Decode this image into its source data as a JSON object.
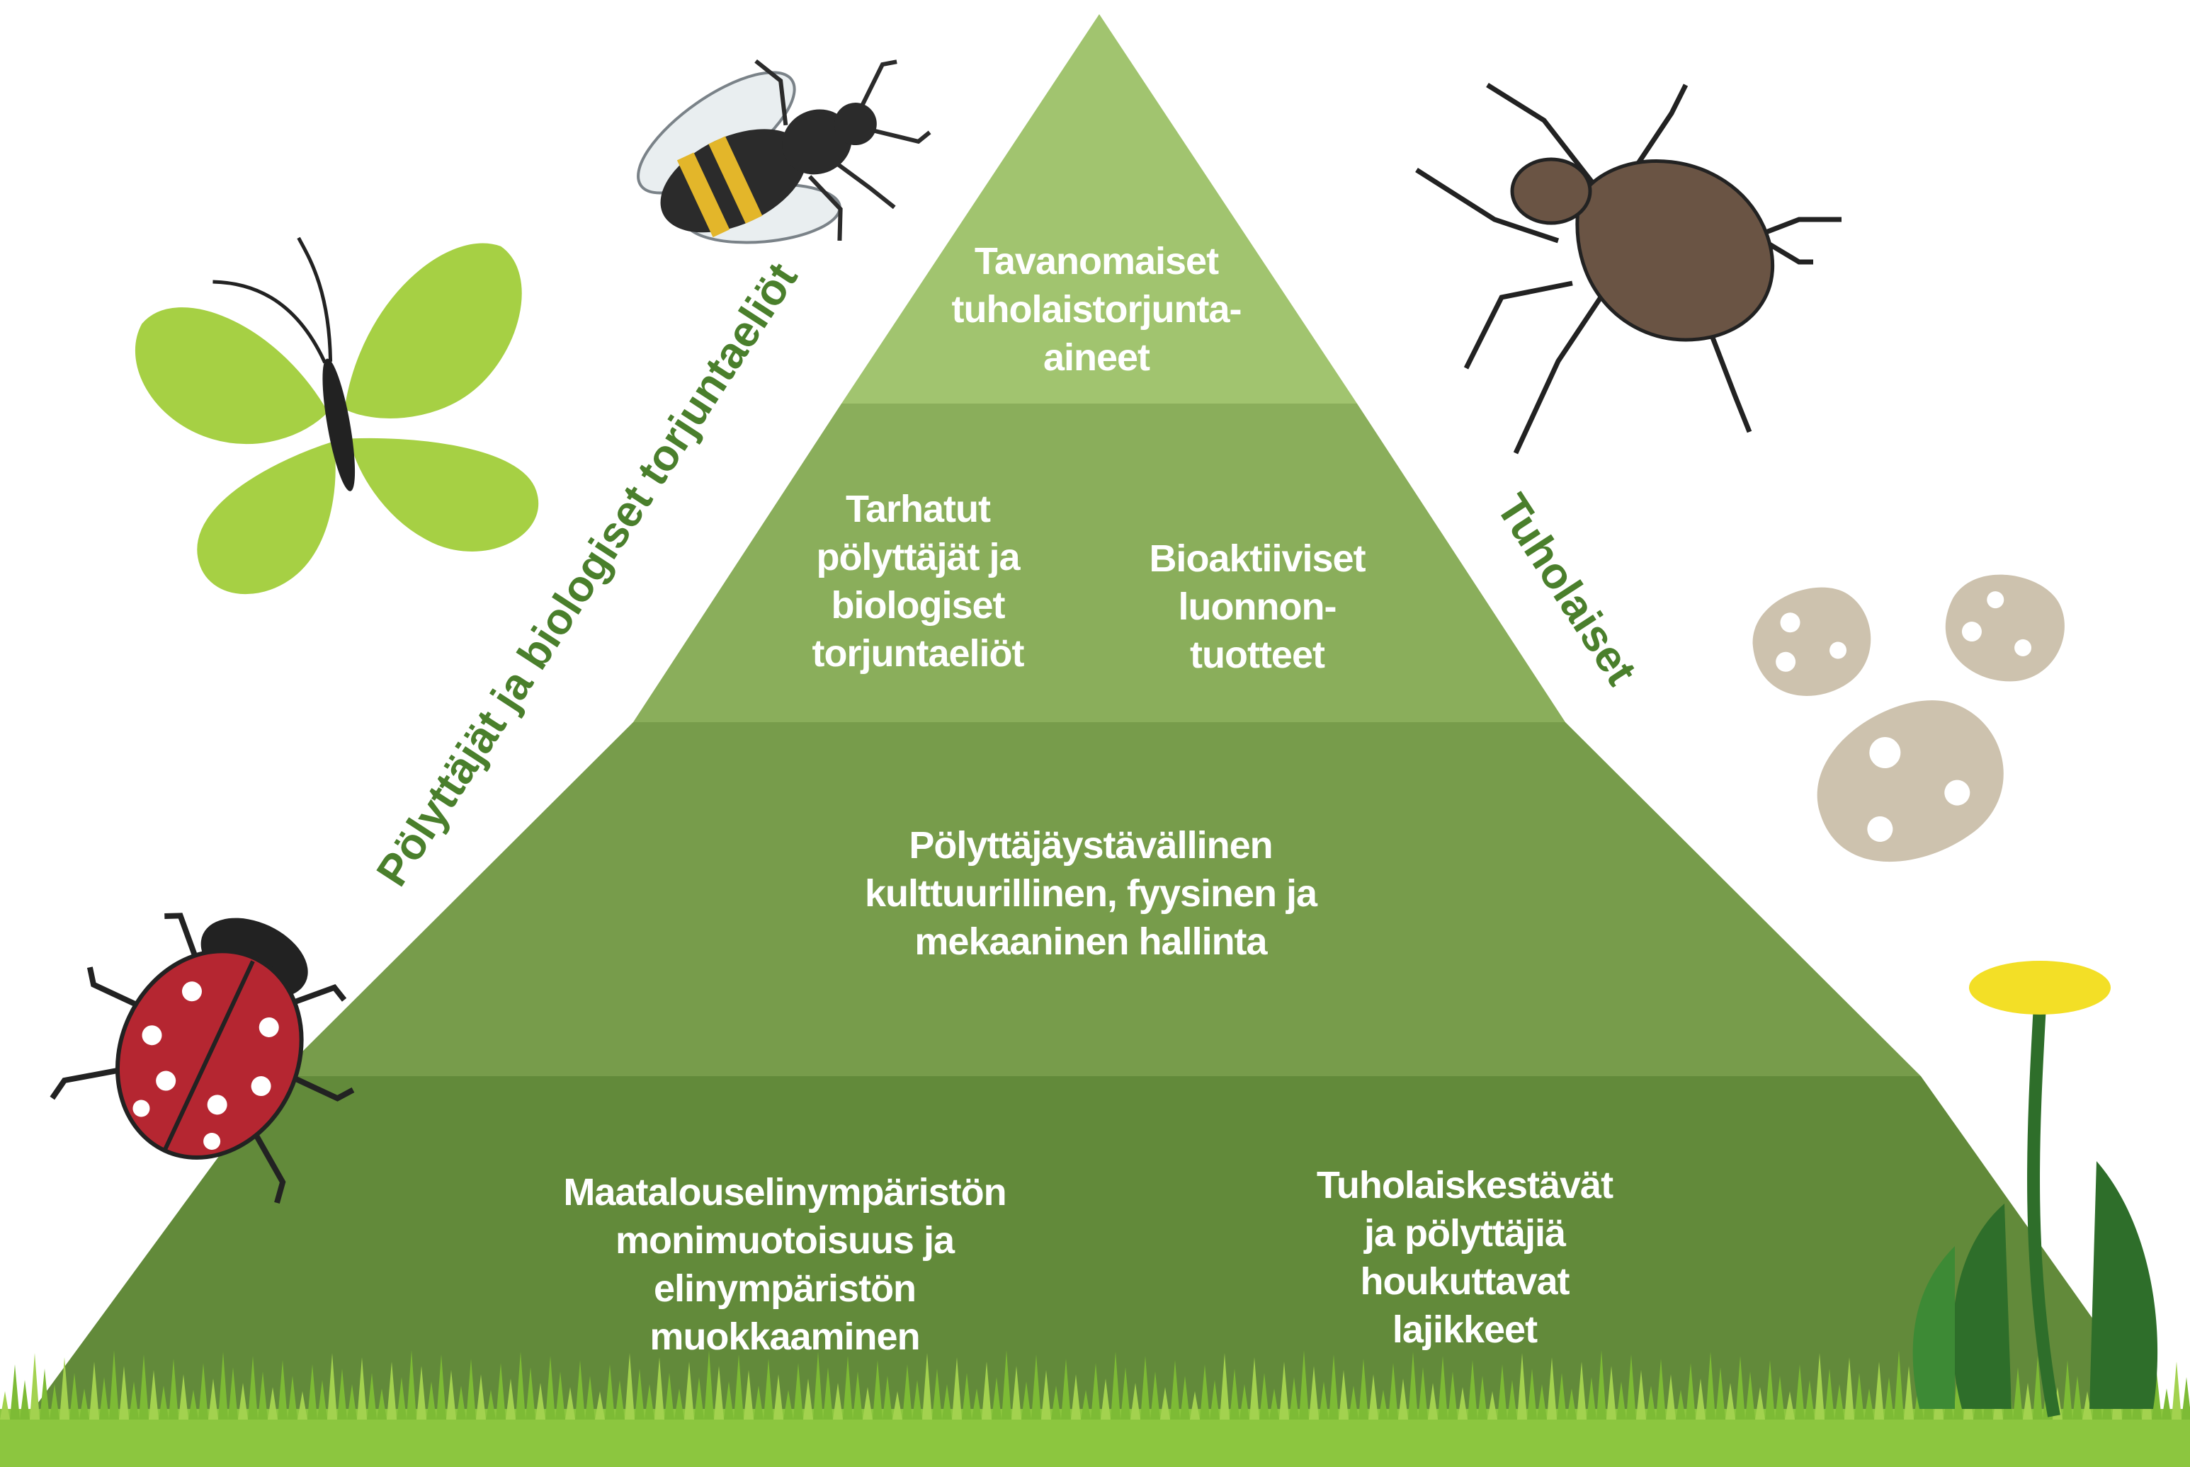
{
  "pyramid": {
    "tiers": [
      {
        "blocks": [
          {
            "lines": [
              "Tavanomaiset",
              "tuholaistorjunta-",
              "aineet"
            ]
          }
        ]
      },
      {
        "blocks": [
          {
            "lines": [
              "Tarhatut",
              "pölyttäjät ja",
              "biologiset",
              "torjuntaeliöt"
            ]
          },
          {
            "lines": [
              "Bioaktiiviset",
              "luonnon-",
              "tuotteet"
            ]
          }
        ]
      },
      {
        "blocks": [
          {
            "lines": [
              "Pölyttäjäystävällinen",
              "kulttuurillinen, fyysinen ja",
              "mekaaninen hallinta"
            ]
          }
        ]
      },
      {
        "blocks": [
          {
            "lines": [
              "Maatalouselinympäristön",
              "monimuotoisuus ja",
              "elinympäristön",
              "muokkaaminen"
            ]
          },
          {
            "lines": [
              "Tuholaiskestävät",
              "ja pölyttäjiä",
              "houkuttavat",
              "lajikkeet"
            ]
          }
        ]
      }
    ]
  },
  "left_side_label": "Pölyttäjät ja biologiset torjuntaeliöt",
  "right_side_label": "Tuholaiset",
  "icons": [
    "butterfly-icon",
    "bumblebee-icon",
    "ladybug-icon",
    "aphid-icon",
    "fungal-spores-icon",
    "dandelion-icon",
    "grass-icon"
  ],
  "colors": {
    "tier1": "#a1c46f",
    "tier2": "#8aae5b",
    "tier3": "#779c4b",
    "tier4": "#628a3a",
    "side_label": "#4a7f2c",
    "butterfly": "#a6d044",
    "ladybug": "#b52631",
    "aphid": "#6a5444",
    "spores": "#cdc2ae",
    "dandelion": "#f3df26",
    "grass": "#8cc63f"
  }
}
